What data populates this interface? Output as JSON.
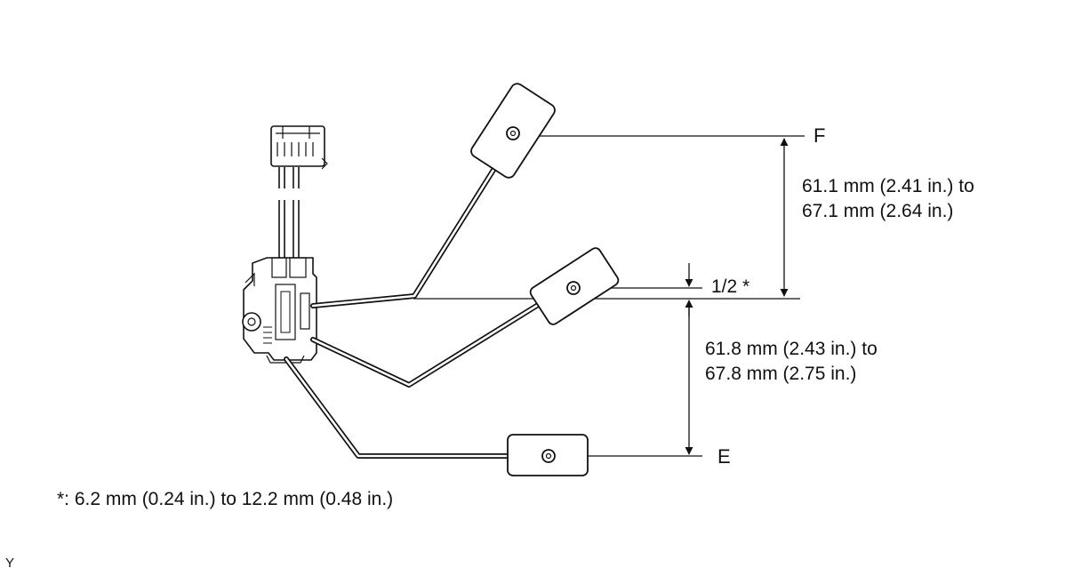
{
  "labels": {
    "full": "F",
    "empty": "E",
    "half": "1/2 *"
  },
  "dimensions": {
    "upper": {
      "line1": "61.1 mm (2.41 in.) to",
      "line2": "67.1 mm (2.64 in.)"
    },
    "lower": {
      "line1": "61.8 mm (2.43 in.) to",
      "line2": "67.8 mm (2.75 in.)"
    }
  },
  "footnote": "*: 6.2 mm (0.24 in.) to 12.2 mm (0.48 in.)",
  "corner_mark": "Y"
}
